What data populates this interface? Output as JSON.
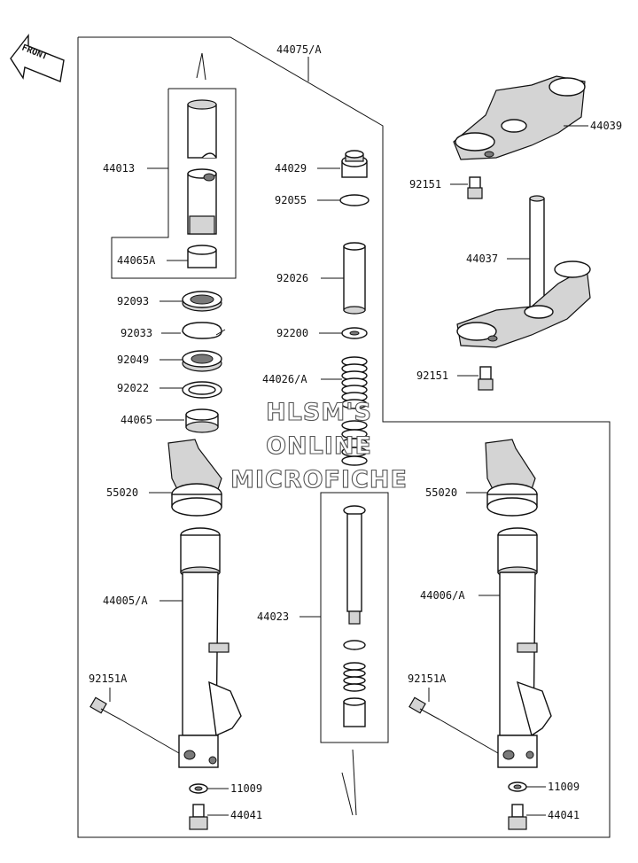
{
  "front_arrow": {
    "label": "FRONT"
  },
  "watermark": {
    "line1": "HLSM'S",
    "line2": "ONLINE",
    "line3": "MICROFICHE"
  },
  "labels": {
    "p44075": "44075/A",
    "p44013": "44013",
    "p44065A": "44065A",
    "p44029": "44029",
    "p92055": "92055",
    "p92026": "92026",
    "p92200": "92200",
    "p44026": "44026/A",
    "p44039": "44039",
    "p92151_top": "92151",
    "p44037": "44037",
    "p92151_mid": "92151",
    "p92093": "92093",
    "p92033": "92033",
    "p92049": "92049",
    "p92022": "92022",
    "p44065": "44065",
    "p55020_left": "55020",
    "p55020_right": "55020",
    "p44005": "44005/A",
    "p44006": "44006/A",
    "p44023": "44023",
    "p92151A_left": "92151A",
    "p92151A_right": "92151A",
    "p11009_left": "11009",
    "p11009_right": "11009",
    "p44041_left": "44041",
    "p44041_right": "44041"
  },
  "icons": {
    "front": "front-arrow-icon"
  }
}
